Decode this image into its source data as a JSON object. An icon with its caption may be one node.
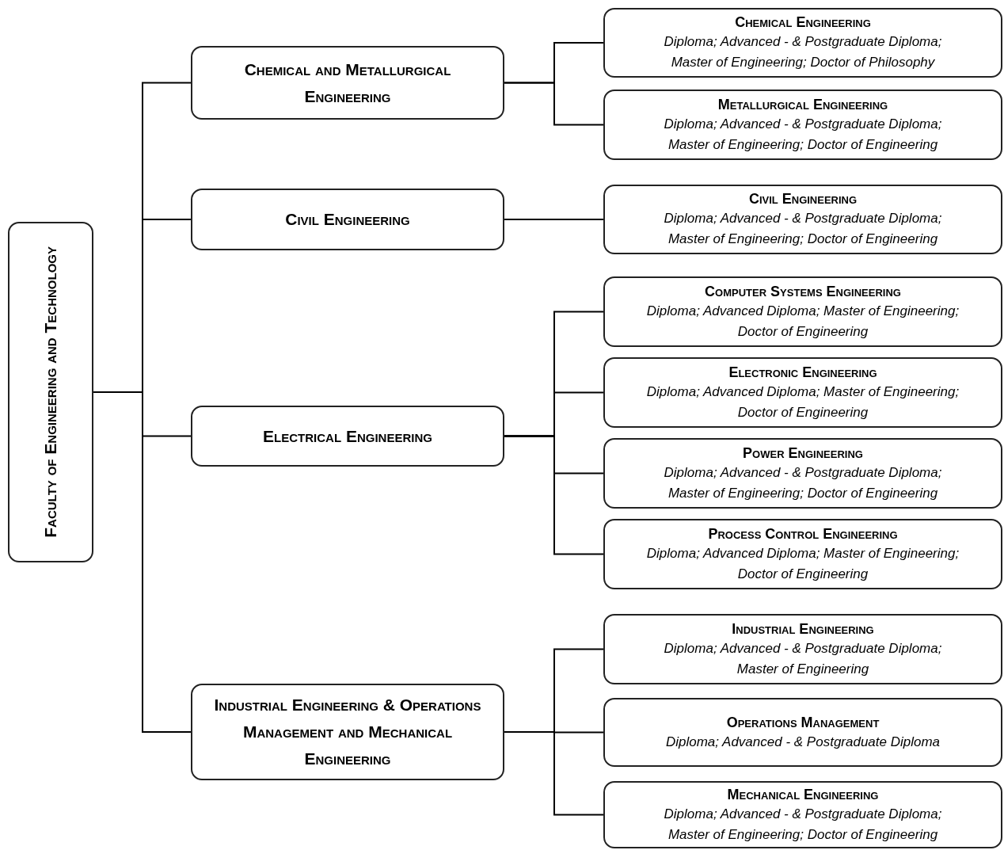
{
  "diagram": {
    "nodes": [
      {
        "text": [
          "Faculty of Engineering and Technology"
        ]
      },
      {
        "text": [
          "Chemical and Metallurgical Engineering"
        ]
      },
      {
        "text": [
          "Civil Engineering"
        ]
      },
      {
        "text": [
          "Electrical Engineering"
        ]
      },
      {
        "text": [
          "Industrial Engineering & Operations Management and Mechanical  Engineering"
        ]
      },
      {
        "text": [
          "Chemical Engineering",
          "Diploma; Advanced - & Postgraduate Diploma; Master of Engineering; Doctor of Philosophy"
        ]
      },
      {
        "text": [
          "Metallurgical Engineering",
          "Diploma; Advanced - & Postgraduate Diploma; Master of Engineering; Doctor of Engineering"
        ]
      },
      {
        "text": [
          "Civil Engineering",
          "Diploma; Advanced - & Postgraduate Diploma; Master of Engineering; Doctor of Engineering"
        ]
      },
      {
        "text": [
          "Computer Systems Engineering",
          "Diploma; Advanced Diploma; Master of Engineering; Doctor of Engineering"
        ]
      },
      {
        "text": [
          "Electronic Engineering",
          "Diploma; Advanced Diploma; Master of Engineering; Doctor of Engineering"
        ]
      },
      {
        "text": [
          "Power Engineering",
          "Diploma; Advanced - & Postgraduate Diploma; Master of Engineering; Doctor of Engineering"
        ]
      },
      {
        "text": [
          "Process Control Engineering",
          "Diploma; Advanced Diploma; Master of Engineering; Doctor of Engineering"
        ]
      },
      {
        "text": [
          "Industrial Engineering",
          "Diploma; Advanced - & Postgraduate Diploma; Master of Engineering"
        ]
      },
      {
        "text": [
          "Operations Management",
          "Diploma; Advanced - & Postgraduate Diploma"
        ]
      },
      {
        "text": [
          "Mechanical Engineering",
          "Diploma; Advanced - & Postgraduate Diploma; Master of Engineering; Doctor of Engineering"
        ]
      }
    ],
    "edges": [
      {
        "from": 0,
        "to": 1,
        "arrow": "none"
      },
      {
        "from": 0,
        "to": 2,
        "arrow": "none"
      },
      {
        "from": 0,
        "to": 3,
        "arrow": "none"
      },
      {
        "from": 0,
        "to": 4,
        "arrow": "none"
      },
      {
        "from": 1,
        "to": 5,
        "arrow": "none"
      },
      {
        "from": 1,
        "to": 6,
        "arrow": "none"
      },
      {
        "from": 2,
        "to": 7,
        "arrow": "none"
      },
      {
        "from": 3,
        "to": 8,
        "arrow": "none"
      },
      {
        "from": 3,
        "to": 9,
        "arrow": "none"
      },
      {
        "from": 3,
        "to": 10,
        "arrow": "none"
      },
      {
        "from": 3,
        "to": 11,
        "arrow": "none"
      },
      {
        "from": 4,
        "to": 12,
        "arrow": "none"
      },
      {
        "from": 4,
        "to": 13,
        "arrow": "none"
      },
      {
        "from": 4,
        "to": 14,
        "arrow": "none"
      }
    ]
  }
}
